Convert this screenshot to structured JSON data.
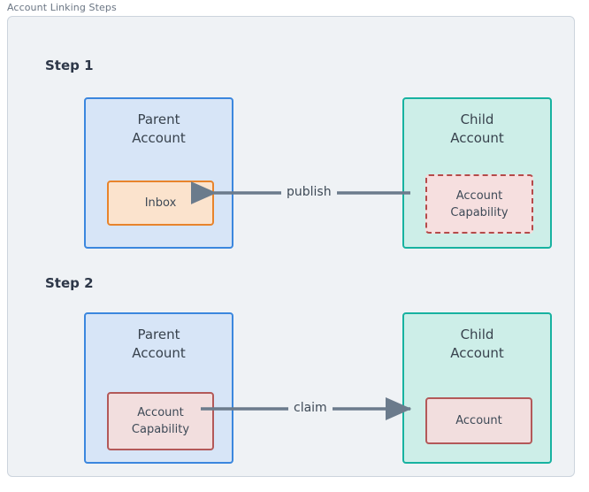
{
  "figure": {
    "caption": "Account Linking Steps",
    "background": "#eff2f5",
    "border_color": "#ccd4dd"
  },
  "palette": {
    "parent_fill": "#d7e5f7",
    "parent_stroke": "#3b87de",
    "child_fill": "#cdeee8",
    "child_stroke": "#17b2a0",
    "inbox_fill": "#fbe3cd",
    "inbox_stroke": "#e8842c",
    "capability_dashed_fill": "#f6dfdf",
    "capability_dashed_stroke": "#b54a4a",
    "capability_solid_fill": "#f2dede",
    "capability_solid_stroke": "#b35959",
    "arrow_color": "#6b7b8c",
    "heading_color": "#2d3748",
    "text_color": "#3e4a57",
    "caption_color": "#6b7684"
  },
  "steps": [
    {
      "heading": "Step 1",
      "parent": {
        "title_line1": "Parent",
        "title_line2": "Account",
        "inner": {
          "label_line1": "Inbox",
          "label_line2": "",
          "style": "solid-orange"
        }
      },
      "child": {
        "title_line1": "Child",
        "title_line2": "Account",
        "inner": {
          "label_line1": "Account",
          "label_line2": "Capability",
          "style": "dashed-red"
        }
      },
      "arrow": {
        "label": "publish",
        "direction": "right-to-left",
        "from": "child",
        "to": "parent"
      }
    },
    {
      "heading": "Step 2",
      "parent": {
        "title_line1": "Parent",
        "title_line2": "Account",
        "inner": {
          "label_line1": "Account",
          "label_line2": "Capability",
          "style": "solid-red"
        }
      },
      "child": {
        "title_line1": "Child",
        "title_line2": "Account",
        "inner": {
          "label_line1": "Account",
          "label_line2": "",
          "style": "solid-red"
        }
      },
      "arrow": {
        "label": "claim",
        "direction": "left-to-right",
        "from": "parent",
        "to": "child"
      }
    }
  ]
}
